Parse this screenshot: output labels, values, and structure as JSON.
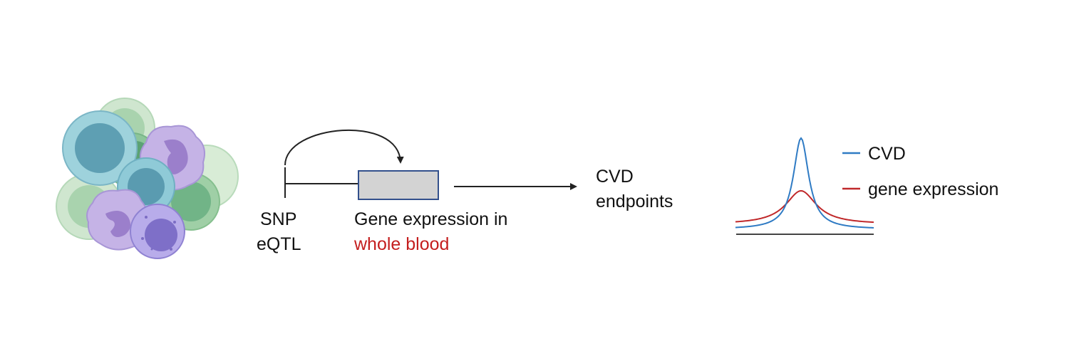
{
  "diagram": {
    "snp_label": "SNP",
    "eqtl_label": "eQTL",
    "gene_label_line1": "Gene expression in",
    "gene_label_line2": "whole blood",
    "outcome_line1": "CVD",
    "outcome_line2": "endpoints"
  },
  "legend": {
    "cvd_label": "CVD",
    "gene_label": "gene expression"
  },
  "colors": {
    "cvd_curve": "#2f7bc4",
    "gene_curve": "#c0282a",
    "highlight_text": "#c41e1e",
    "gene_box_fill": "#d3d3d3",
    "gene_box_stroke": "#33508c",
    "cell_green": "#a9d3ae",
    "cell_blue": "#7fbfcf",
    "cell_purple": "#b6a4dd"
  },
  "icons": {
    "blood_cells": "blood-cells-cluster-icon"
  }
}
